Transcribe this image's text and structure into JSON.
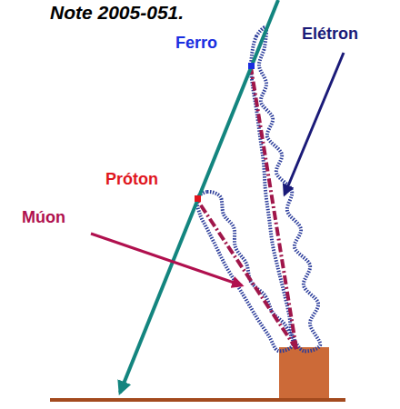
{
  "diagram": {
    "title": "Note 2005-051.",
    "labels": [
      "Ferro",
      "Elétron",
      "Próton",
      "Múon"
    ]
  }
}
